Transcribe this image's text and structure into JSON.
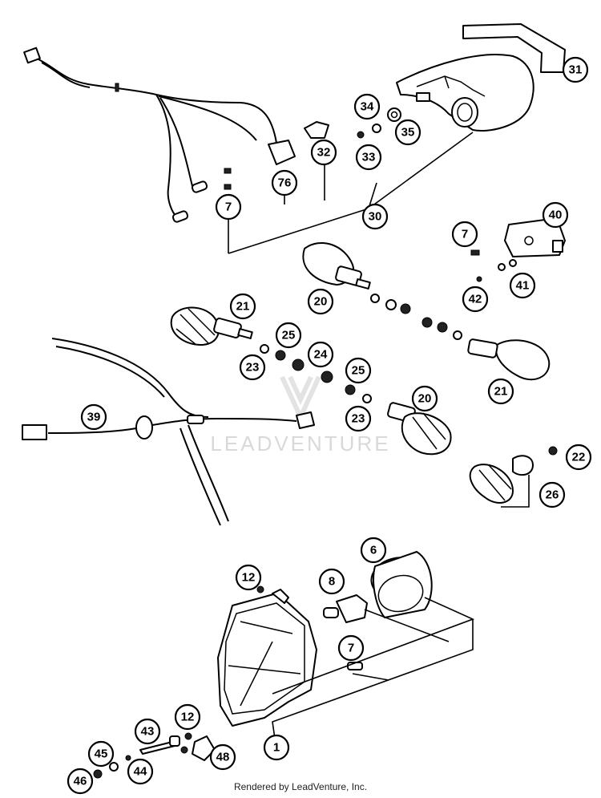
{
  "watermark": {
    "text": "LEADVENTURE"
  },
  "footer": {
    "text": "Rendered by LeadVenture, Inc."
  },
  "callouts": [
    {
      "id": "31",
      "label": "31"
    },
    {
      "id": "34",
      "label": "34"
    },
    {
      "id": "35",
      "label": "35"
    },
    {
      "id": "33",
      "label": "33"
    },
    {
      "id": "32",
      "label": "32"
    },
    {
      "id": "76",
      "label": "76"
    },
    {
      "id": "7a",
      "label": "7"
    },
    {
      "id": "30",
      "label": "30"
    },
    {
      "id": "40",
      "label": "40"
    },
    {
      "id": "7b",
      "label": "7"
    },
    {
      "id": "41",
      "label": "41"
    },
    {
      "id": "42",
      "label": "42"
    },
    {
      "id": "20a",
      "label": "20"
    },
    {
      "id": "21a",
      "label": "21"
    },
    {
      "id": "25a",
      "label": "25"
    },
    {
      "id": "24",
      "label": "24"
    },
    {
      "id": "23a",
      "label": "23"
    },
    {
      "id": "25b",
      "label": "25"
    },
    {
      "id": "21b",
      "label": "21"
    },
    {
      "id": "23b",
      "label": "23"
    },
    {
      "id": "20b",
      "label": "20"
    },
    {
      "id": "39",
      "label": "39"
    },
    {
      "id": "22",
      "label": "22"
    },
    {
      "id": "26",
      "label": "26"
    },
    {
      "id": "6",
      "label": "6"
    },
    {
      "id": "12a",
      "label": "12"
    },
    {
      "id": "8",
      "label": "8"
    },
    {
      "id": "7c",
      "label": "7"
    },
    {
      "id": "1",
      "label": "1"
    },
    {
      "id": "12b",
      "label": "12"
    },
    {
      "id": "43",
      "label": "43"
    },
    {
      "id": "45",
      "label": "45"
    },
    {
      "id": "48",
      "label": "48"
    },
    {
      "id": "44",
      "label": "44"
    },
    {
      "id": "46",
      "label": "46"
    }
  ]
}
